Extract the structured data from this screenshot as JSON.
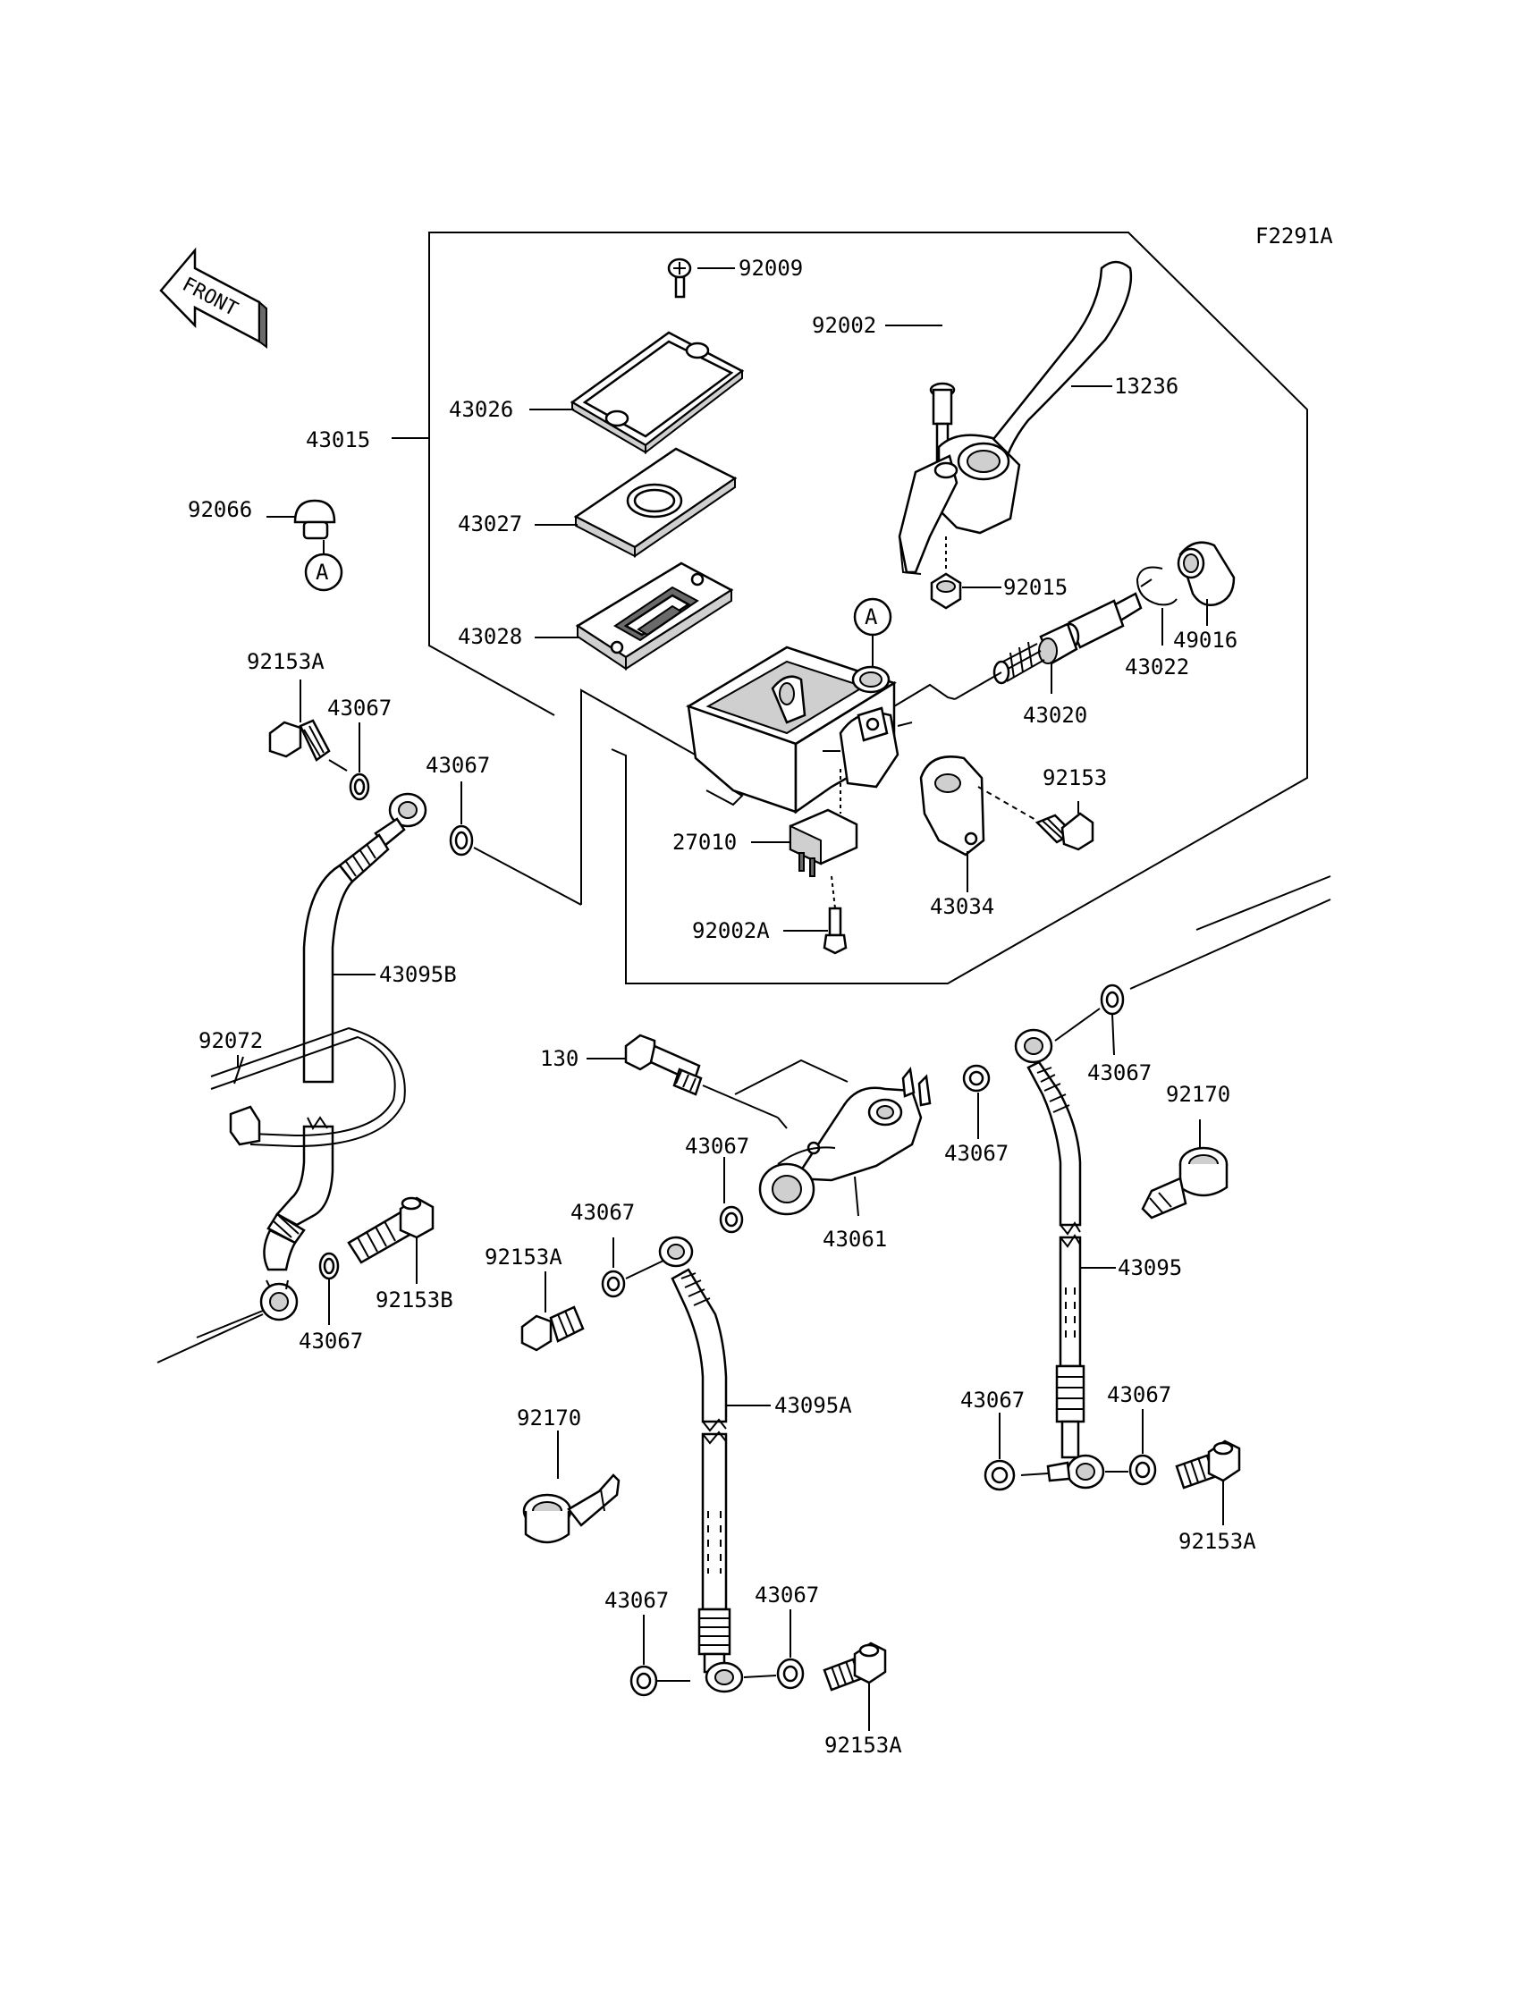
{
  "figure_code": "F2291A",
  "front_label": "FRONT",
  "ref_marker": "A",
  "parts": {
    "p43015": "43015",
    "p92009": "92009",
    "p43026": "43026",
    "p43027": "43027",
    "p43028": "43028",
    "p92002": "92002",
    "p13236": "13236",
    "p92015": "92015",
    "p92066": "92066",
    "p49016": "49016",
    "p43022": "43022",
    "p43020": "43020",
    "p92153": "92153",
    "p27010": "27010",
    "p43034": "43034",
    "p92002A": "92002A",
    "p92153A_1": "92153A",
    "p43067_1": "43067",
    "p43067_2": "43067",
    "p43095B": "43095B",
    "p92072": "92072",
    "p92153B": "92153B",
    "p43067_3": "43067",
    "p130": "130",
    "p43067_4": "43067",
    "p43061": "43061",
    "p43067_5": "43067",
    "p92153A_2": "92153A",
    "p92170_1": "92170",
    "p43095A": "43095A",
    "p43067_6": "43067",
    "p43067_7": "43067",
    "p92153A_3": "92153A",
    "p43067_8": "43067",
    "p43067_9": "43067",
    "p92170_2": "92170",
    "p43095": "43095",
    "p43067_10": "43067",
    "p43067_11": "43067",
    "p92153A_4": "92153A"
  }
}
